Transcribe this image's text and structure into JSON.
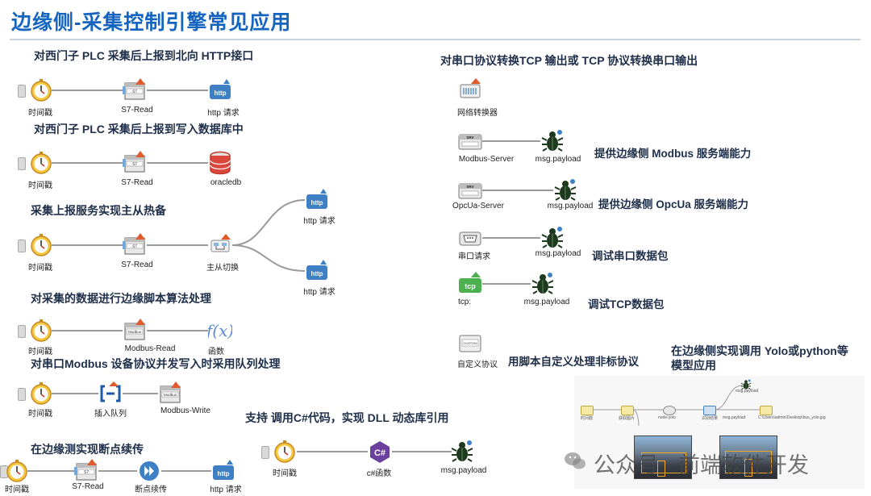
{
  "title": "边缘侧-采集控制引擎常见应用",
  "sections": {
    "s1": "对西门子 PLC 采集后上报到北向 HTTP接口",
    "s2": "对西门子 PLC 采集后上报到写入数据库中",
    "s3": "采集上报服务实现主从热备",
    "s4": "对采集的数据进行边缘脚本算法处理",
    "s5": "对串口Modbus 设备协议并发写入时采用队列处理",
    "s6": "在边缘测实现断点续传",
    "s7": "支持 调用C#代码，实现 DLL 动态库引用",
    "s8": "对串口协议转换TCP 输出或 TCP 协议转换串口输出",
    "s9": "在边缘侧实现调用 Yolo或python等\n模型应用"
  },
  "descriptions": {
    "modbus": "提供边缘侧 Modbus 服务端能力",
    "opcua": "提供边缘侧  OpcUa 服务端能力",
    "serial": "调试串口数据包",
    "tcp": "调试TCP数据包",
    "custom": "用脚本自定义处理非标协议"
  },
  "labels": {
    "timestamp": "时间戳",
    "s7read": "S7-Read",
    "http": "http 请求",
    "oracledb": "oracledb",
    "switch": "主从切换",
    "modbus_read": "Modbus-Read",
    "function": "函数",
    "queue": "插入队列",
    "modbus_write": "Modbus-Write",
    "resume": "断点续传",
    "csharp": "c#函数",
    "msg_payload": "msg.payload",
    "gateway": "网络转换器",
    "modbus_server": "Modbus-Server",
    "opcua_server": "OpcUa-Server",
    "serial_req": "串口请求",
    "tcp": "tcp:",
    "custom_proto": "自定义协议"
  },
  "yolo_mini": {
    "labels": [
      "时间戳",
      "获取图片",
      "node-yolo",
      "识别结果",
      "msg.payload",
      "C:\\Users\\admin\\Desktop\\bus_yolo.jpg",
      "msg.payload"
    ]
  },
  "watermark": "公众号 · 前端软件开发",
  "colors": {
    "title": "#1565c0",
    "http": "#3f7fc4",
    "bug": "#1e3a1e",
    "db": "#c0392b",
    "csharp": "#6a3f9e",
    "tcp": "#4caf50"
  }
}
